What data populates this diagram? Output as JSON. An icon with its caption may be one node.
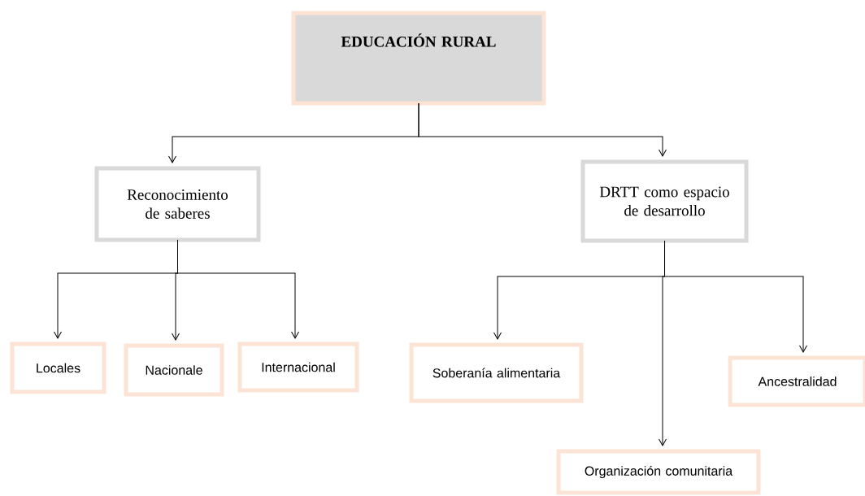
{
  "diagram": {
    "nodes": [
      {
        "text": [
          "EDUCACIÓN RURAL"
        ]
      },
      {
        "text": [
          "Reconocimiento de saberes"
        ]
      },
      {
        "text": [
          "DRTT como espacio de desarrollo"
        ]
      },
      {
        "text": [
          "Locales"
        ]
      },
      {
        "text": [
          "Nacionale"
        ]
      },
      {
        "text": [
          "Internacional"
        ]
      },
      {
        "text": [
          "Soberanía alimentaria"
        ]
      },
      {
        "text": [
          "Organización comunitaria"
        ]
      },
      {
        "text": [
          "Ancestralidad"
        ]
      }
    ],
    "edges": [
      {
        "from": 0,
        "to": 1,
        "arrow": "to"
      },
      {
        "from": 0,
        "to": 2,
        "arrow": "to"
      },
      {
        "from": 1,
        "to": 3,
        "arrow": "to"
      },
      {
        "from": 1,
        "to": 4,
        "arrow": "to"
      },
      {
        "from": 1,
        "to": 5,
        "arrow": "to"
      },
      {
        "from": 2,
        "to": 6,
        "arrow": "to"
      },
      {
        "from": 2,
        "to": 7,
        "arrow": "to"
      },
      {
        "from": 2,
        "to": 8,
        "arrow": "to"
      }
    ]
  }
}
